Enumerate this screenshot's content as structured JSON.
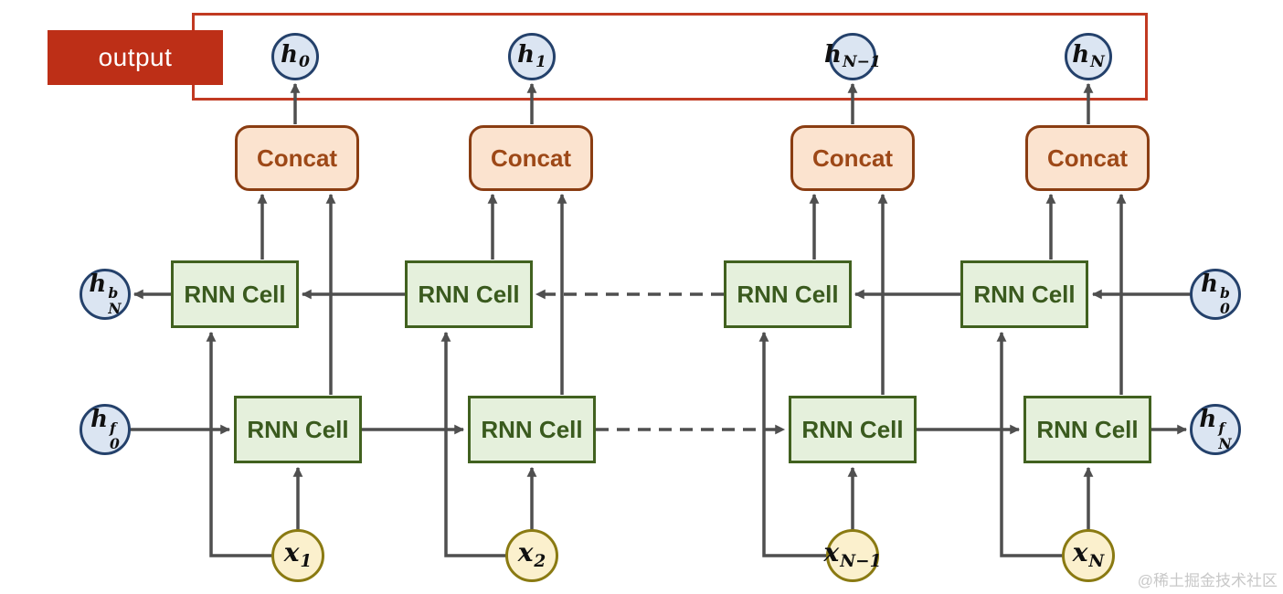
{
  "output_banner": {
    "label": "output"
  },
  "boxes": {
    "concat_label": "Concat",
    "rnn_cell_label": "RNN Cell"
  },
  "hidden_outputs": [
    {
      "main": "h",
      "sub": "0"
    },
    {
      "main": "h",
      "sub": "1"
    },
    {
      "main": "h",
      "sub": "N−1"
    },
    {
      "main": "h",
      "sub": "N"
    }
  ],
  "state_circles": {
    "backward_final": {
      "main": "h",
      "sup": "b",
      "sub": "N"
    },
    "forward_initial": {
      "main": "h",
      "sup": "f",
      "sub": "0"
    },
    "backward_initial": {
      "main": "h",
      "sup": "b",
      "sub": "0"
    },
    "forward_final": {
      "main": "h",
      "sup": "f",
      "sub": "N"
    }
  },
  "inputs": [
    {
      "main": "x",
      "sub": "1"
    },
    {
      "main": "x",
      "sub": "2"
    },
    {
      "main": "x",
      "sub": "N−1"
    },
    {
      "main": "x",
      "sub": "N"
    }
  ],
  "watermark": "@稀土掘金技术社区",
  "colors": {
    "banner_red": "#bd2f17",
    "frame_red": "#c13a22",
    "concat_fill": "#fbe3cf",
    "concat_border": "#8a3d12",
    "concat_text": "#9d4817",
    "cell_fill": "#e5f0dc",
    "cell_border": "#41611f",
    "cell_text": "#3a5a1e",
    "h_circle_fill": "#dbe5f2",
    "h_circle_border": "#24416b",
    "x_circle_fill": "#fbf0cd",
    "x_circle_border": "#8a7a12",
    "arrow": "#4f4f4f",
    "watermark_text": "#c8c8c8"
  }
}
